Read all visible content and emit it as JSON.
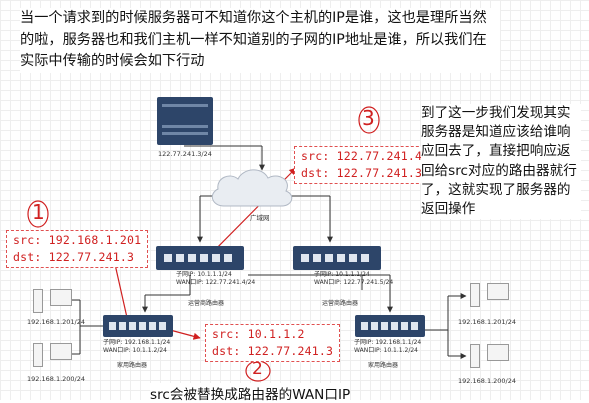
{
  "intro": "当一个请求到的时候服务器可不知道你这个主机的IP是谁，这也是理所当然的啦，服务器也和我们主机一样不知道别的子网的IP地址是谁，所以我们在实际中传输的时候会如下行动",
  "note": "到了这一步我们发现其实服务器是知道应该给谁响应回去了，直接把响应返回给src对应的路由器就行了，这就实现了服务器的返回操作",
  "bottom_note": "src会被替换成路由器的WAN口IP",
  "steps": {
    "one": "1",
    "two": "2",
    "three": "3"
  },
  "box1": {
    "src": "src:  192.168.1.201",
    "dst": "dst:  122.77.241.3"
  },
  "box2": {
    "src": "src:   10.1.1.2",
    "dst": "dst:  122.77.241.3"
  },
  "box3": {
    "src": "src:  122.77.241.4",
    "dst": "dst:  122.77.241.3"
  },
  "server": {
    "ip": "122.77.241.3/24"
  },
  "cloud": {
    "label": "广域网"
  },
  "carrier_left": {
    "lan": "子网IP:   10.1.1.1/24",
    "wan": "WAN口IP:  122.77.241.4/24",
    "name": "运营商路由器"
  },
  "carrier_right": {
    "lan": "子网IP:   10.1.1.1/24",
    "wan": "WAN口IP:  122.77.241.5/24",
    "name": "运营商路由器"
  },
  "home_left": {
    "lan": "子网IP:   192.168.1.1/24",
    "wan": "WAN口IP:  10.1.1.2/24",
    "name": "家用路由器"
  },
  "home_right": {
    "lan": "子网IP:   192.168.1.1/24",
    "wan": "WAN口IP:  10.1.1.2/24",
    "name": "家用路由器"
  },
  "pcs": {
    "left_top": "192.168.1.201/24",
    "left_bottom": "192.168.1.200/24",
    "right_top": "192.168.1.201/24",
    "right_bottom": "192.168.1.200/24"
  },
  "colors": {
    "accent": "#d02020",
    "line": "#333333",
    "device": "#2d4569"
  }
}
